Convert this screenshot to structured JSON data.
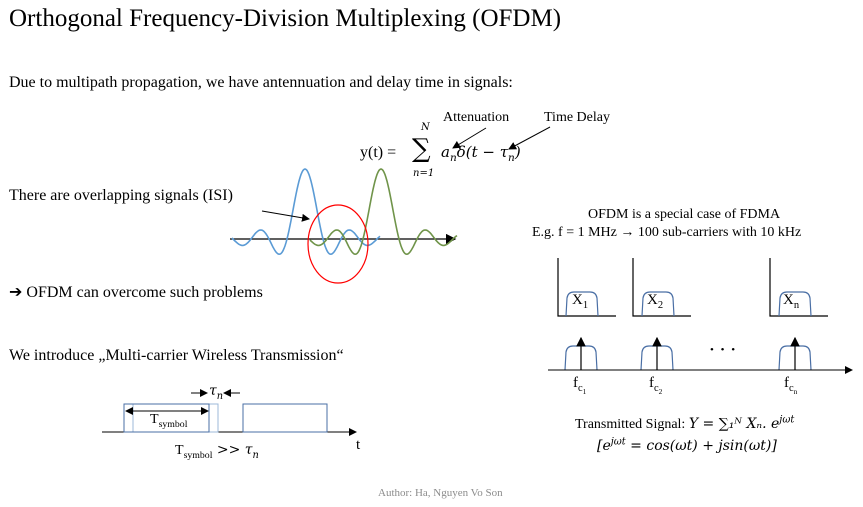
{
  "title": "Orthogonal Frequency-Division Multiplexing (OFDM)",
  "intro": "Due to multipath propagation, we have antennuation and delay time in signals:",
  "equation": {
    "lhs": "y(t) = ",
    "sum_top": "N",
    "sum_bottom": "n=1",
    "rhs_a": "a",
    "rhs_a_sub": "n",
    "rhs_rest": "δ(t − τ",
    "rhs_tau_sub": "n",
    "rhs_close": ")"
  },
  "labels": {
    "attenuation": "Attenuation",
    "time_delay": "Time Delay"
  },
  "isi_text": "There are overlapping signals (ISI)",
  "arrow_text": "➔ OFDM can overcome such problems",
  "introduce_text": "We introduce „Multi-carrier Wireless Transmission“",
  "symbol_diagram": {
    "tau": "τ",
    "tau_sub": "n",
    "T": "T",
    "T_sub": "symbol",
    "relation": " >> τ",
    "relation_sub": "n",
    "axis_label": "t"
  },
  "fdma": {
    "line1": "OFDM is a special case of FDMA",
    "line2": "E.g. f = 1 MHz → 100 sub-carriers with 10 kHz",
    "boxes": [
      {
        "X": "X",
        "sub": "1"
      },
      {
        "X": "X",
        "sub": "2"
      },
      {
        "X": "X",
        "sub": "n"
      }
    ],
    "carriers": [
      {
        "f": "f",
        "c": "c",
        "sub": "1"
      },
      {
        "f": "f",
        "c": "c",
        "sub": "2"
      },
      {
        "f": "f",
        "c": "c",
        "sub": "n"
      }
    ],
    "dots": "• • •",
    "transmitted_label": "Transmitted Signal: ",
    "transmitted_formula": "Y = ∑₁ᴺ Xₙ. e",
    "transmitted_exp": "jωt",
    "euler": "[e",
    "euler_exp": "jωt",
    "euler_rest": " = cos(ωt) + jsin(ωt)]"
  },
  "author": "Author: Ha, Nguyen Vo Son",
  "colors": {
    "blue": "#5b9bd5",
    "green": "#70944a",
    "red": "#ff0000",
    "box": "#4a6fa5"
  }
}
